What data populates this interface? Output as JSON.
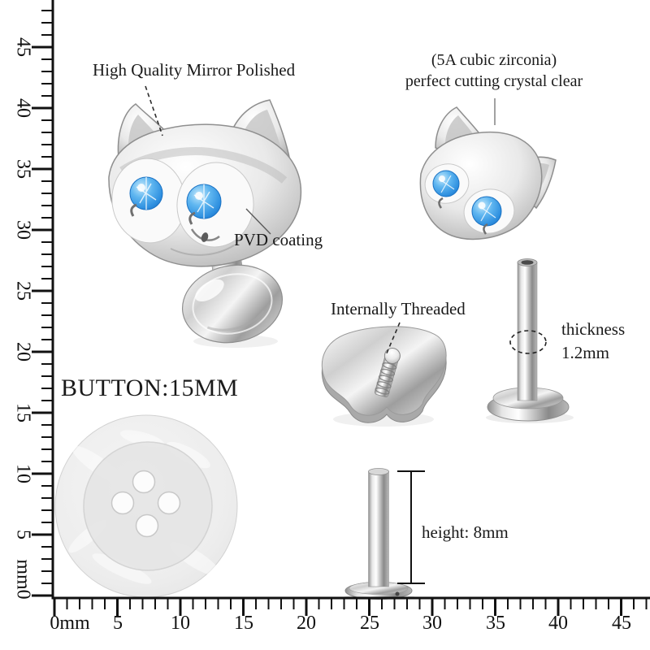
{
  "annotations": {
    "mirror_polished": "High Quality Mirror Polished",
    "zirconia_line1": "(5A cubic zirconia)",
    "zirconia_line2": "perfect cutting crystal clear",
    "pvd_coating": "PVD coating",
    "internally_threaded": "Internally Threaded",
    "thickness_label": "thickness",
    "thickness_value": "1.2mm",
    "button_size": "BUTTON:15MM",
    "height_label": "height: 8mm"
  },
  "ruler": {
    "unit": "mm",
    "vertical_ticks": [
      "45",
      "40",
      "35",
      "30",
      "25",
      "20",
      "15",
      "10",
      "5",
      "mm0"
    ],
    "horizontal_ticks": [
      "0mm",
      "5",
      "10",
      "15",
      "20",
      "25",
      "30",
      "35",
      "40",
      "45"
    ]
  },
  "colors": {
    "gem_blue": "#3a9fe4",
    "gem_blue_dark": "#1565b8",
    "metal_silver": "#c9c9c9",
    "button_gray": "#ececec",
    "text": "#1a1a1a",
    "ruler_black": "#111111"
  }
}
